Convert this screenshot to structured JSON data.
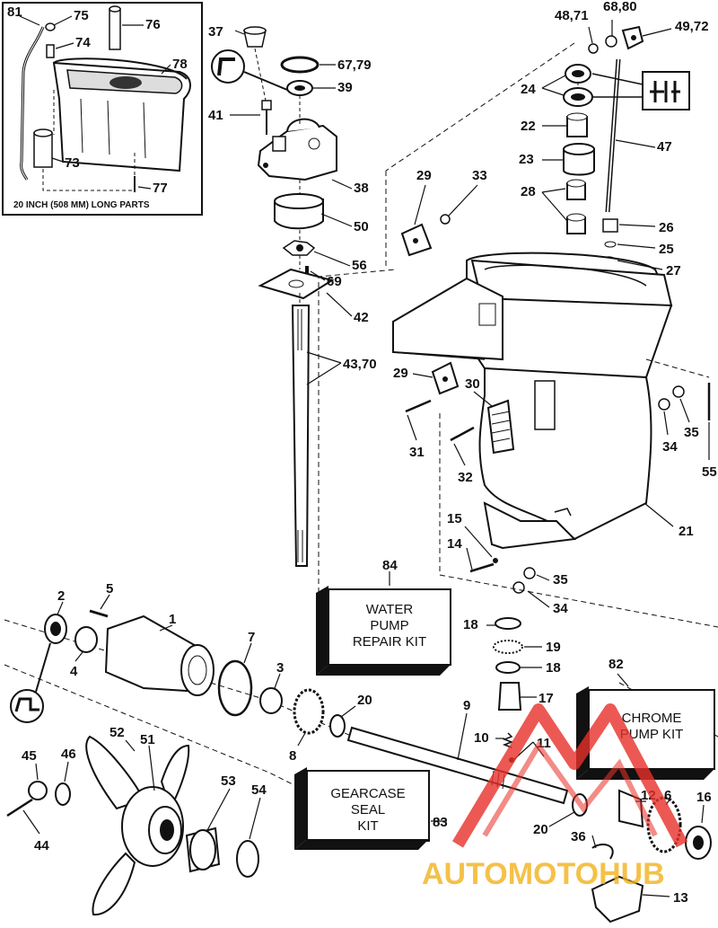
{
  "inset": {
    "caption": "20 INCH (508 MM) LONG PARTS"
  },
  "callouts": {
    "c81": "81",
    "c75": "75",
    "c74": "74",
    "c76": "76",
    "c78": "78",
    "c73": "73",
    "c77": "77",
    "c37": "37",
    "c6779": "67,79",
    "c39": "39",
    "c41": "41",
    "c38": "38",
    "c50": "50",
    "c56": "56",
    "c69": "69",
    "c42": "42",
    "c4370": "43,70",
    "c4871": "48,71",
    "c6880": "68,80",
    "c4972": "49,72",
    "c24": "24",
    "c22": "22",
    "c23": "23",
    "c47": "47",
    "c28": "28",
    "c26": "26",
    "c25": "25",
    "c27": "27",
    "c29a": "29",
    "c33": "33",
    "c29b": "29",
    "c30": "30",
    "c31": "31",
    "c32": "32",
    "c35a": "35",
    "c34a": "34",
    "c55": "55",
    "c21": "21",
    "c15": "15",
    "c14": "14",
    "c35b": "35",
    "c34b": "34",
    "c84": "84",
    "c2": "2",
    "c5": "5",
    "c1": "1",
    "c7": "7",
    "c4": "4",
    "c3": "3",
    "c8": "8",
    "c20a": "20",
    "c18a": "18",
    "c19": "19",
    "c18b": "18",
    "c17": "17",
    "c82": "82",
    "c9": "9",
    "c10": "10",
    "c11": "11",
    "c52": "52",
    "c51": "51",
    "c45": "45",
    "c46": "46",
    "c53": "53",
    "c54": "54",
    "c44": "44",
    "c83": "83",
    "c12": "12",
    "c6": "6",
    "c16": "16",
    "c20b": "20",
    "c36": "36",
    "c13": "13"
  },
  "kits": {
    "water_pump": [
      "WATER",
      "PUMP",
      "REPAIR KIT"
    ],
    "chrome_pump": [
      "CHROME",
      "PUMP KIT"
    ],
    "gearcase_seal": [
      "GEARCASE",
      "SEAL",
      "KIT"
    ]
  },
  "watermark": {
    "text": "AUTOMOTOHUB",
    "color": "#e8302a",
    "color_yellow": "#f2b21c"
  }
}
